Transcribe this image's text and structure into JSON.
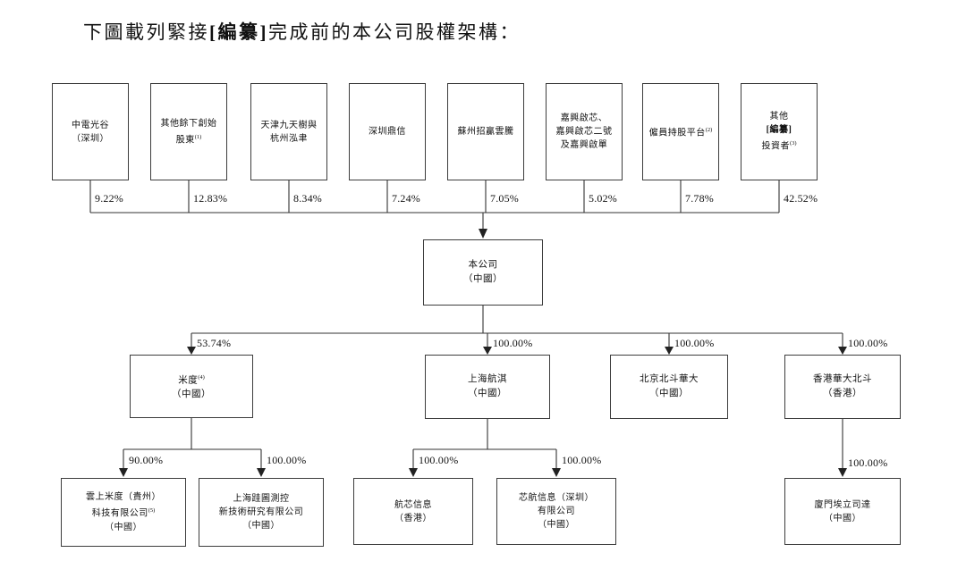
{
  "title": {
    "pre": "下圖載列緊接",
    "bold": "[編纂]",
    "post": "完成前的本公司股權架構："
  },
  "company": {
    "name": "本公司",
    "loc": "（中國）"
  },
  "shareholders": [
    {
      "name1": "中電光谷",
      "name2": "（深圳）",
      "pct": "9.22%"
    },
    {
      "name1": "其他餘下創始",
      "name2": "股東",
      "sup": "(1)",
      "pct": "12.83%"
    },
    {
      "name1": "天津九天樹與",
      "name2": "杭州泓聿",
      "pct": "8.34%"
    },
    {
      "name1": "深圳鼎信",
      "pct": "7.24%"
    },
    {
      "name1": "蘇州招贏雲騰",
      "pct": "7.05%"
    },
    {
      "name1": "嘉興啟芯、",
      "name2": "嘉興啟芯二號",
      "name3": "及嘉興啟單",
      "pct": "5.02%"
    },
    {
      "name1": "僱員持股平台",
      "sup": "(2)",
      "pct": "7.78%"
    },
    {
      "name1": "其他",
      "name2": "[編纂]",
      "name3": "投資者",
      "sup": "(3)",
      "pct": "42.52%"
    }
  ],
  "subsidiaries": [
    {
      "name": "米度",
      "sup": "(4)",
      "loc": "（中國）",
      "pct": "53.74%"
    },
    {
      "name": "上海航淇",
      "loc": "（中國）",
      "pct": "100.00%"
    },
    {
      "name": "北京北斗華大",
      "loc": "（中國）",
      "pct": "100.00%"
    },
    {
      "name": "香港華大北斗",
      "loc": "（香港）",
      "pct": "100.00%"
    }
  ],
  "grandchildren": [
    {
      "line1": "雲上米度（貴州）",
      "line2": "科技有限公司",
      "sup": "(5)",
      "loc": "（中國）",
      "pct": "90.00%"
    },
    {
      "line1": "上海跬圖測控",
      "line2": "新技術研究有限公司",
      "loc": "（中國）",
      "pct": "100.00%"
    },
    {
      "line1": "航芯信息",
      "loc": "（香港）",
      "pct": "100.00%"
    },
    {
      "line1": "芯航信息（深圳）",
      "line2": "有限公司",
      "loc": "（中國）",
      "pct": "100.00%"
    },
    {
      "line1": "廈門埃立司達",
      "loc": "（中國）",
      "pct": "100.00%"
    }
  ]
}
